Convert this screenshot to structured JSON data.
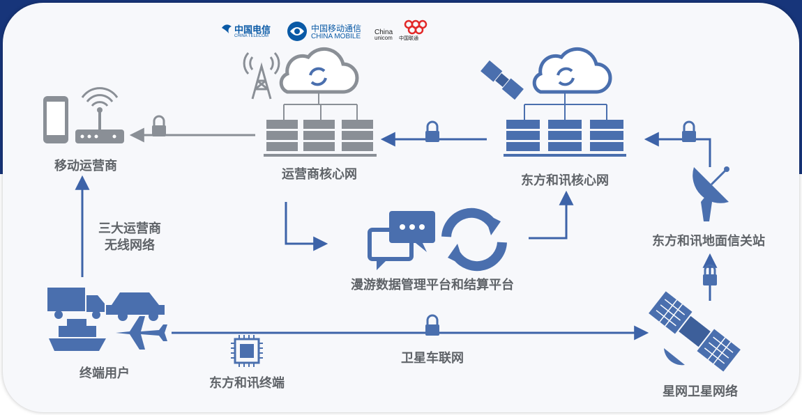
{
  "logos": {
    "telecom_cn": "中国电信",
    "telecom_en": "CHINA TELECOM",
    "mobile_cn": "中国移动通信",
    "mobile_en": "CHINA MOBILE",
    "unicom_china": "China",
    "unicom_en": "unicom",
    "unicom_cn": "中国联通"
  },
  "nodes": {
    "mobile_operator": "移动运营商",
    "operator_core": "运营商核心网",
    "dfhx_core": "东方和讯核心网",
    "ground_station": "东方和讯地面信关站",
    "roaming_platform": "漫游数据管理平台和结算平台",
    "end_users": "终端用户",
    "dfhx_terminal": "东方和讯终端",
    "satellite_network": "星网卫星网络"
  },
  "links": {
    "wireless_line1": "三大运营商",
    "wireless_line2": "无线网络",
    "sat_iov": "卫星车联网"
  },
  "colors": {
    "accent": "#4a6fae",
    "arrow": "#3d63a8",
    "header_bg": "#17357a",
    "label": "#5f6368",
    "icon_gray": "#8a8f96"
  }
}
